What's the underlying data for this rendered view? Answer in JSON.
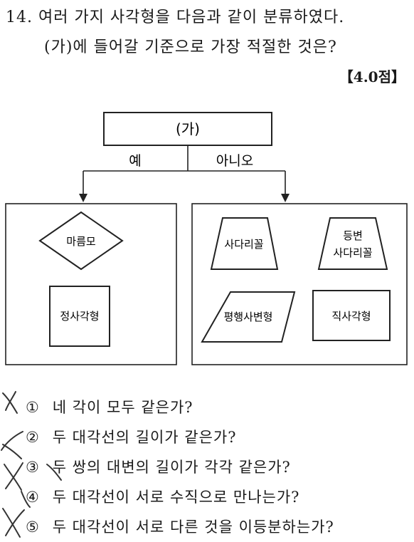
{
  "question": {
    "line1": "14. 여러 가지 사각형을 다음과 같이 분류하였다.",
    "line2": "(가)에 들어갈 기준으로 가장 적절한 것은?",
    "score": "【4.0점】"
  },
  "diagram": {
    "criterion": "(가)",
    "yes_label": "예",
    "no_label": "아니오",
    "yes_shapes": [
      "마름모",
      "정사각형"
    ],
    "no_shapes": [
      "사다리꼴",
      "등변",
      "사다리꼴",
      "평행사변형",
      "직사각형"
    ]
  },
  "choices": [
    {
      "num": "①",
      "text": "네 각이 모두 같은가?"
    },
    {
      "num": "②",
      "text": "두 대각선의 길이가 같은가?"
    },
    {
      "num": "③",
      "text": "두 쌍의 대변의 길이가 각각 같은가?"
    },
    {
      "num": "④",
      "text": "두 대각선이 서로 수직으로 만나는가?"
    },
    {
      "num": "⑤",
      "text": "두 대각선이 서로 다른 것을 이등분하는가?"
    }
  ]
}
